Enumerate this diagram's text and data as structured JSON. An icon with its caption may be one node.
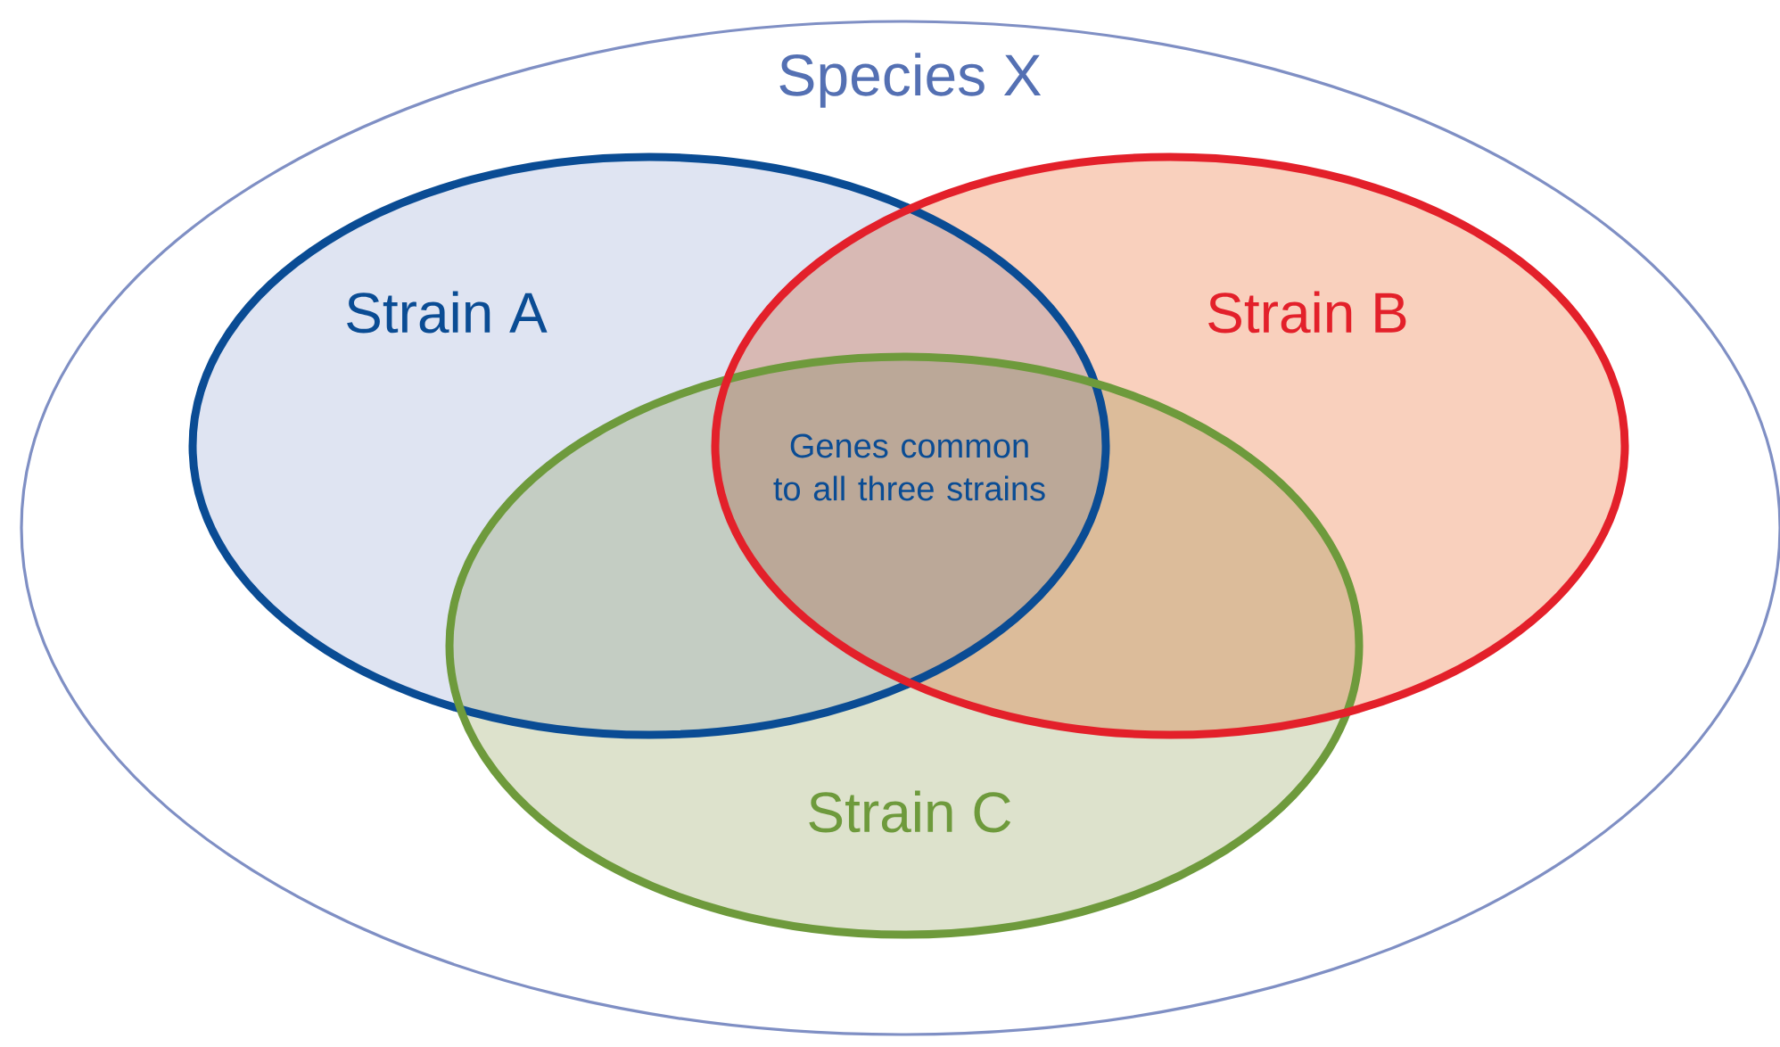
{
  "diagram": {
    "nodes": [
      {
        "text": [
          "Species X"
        ]
      },
      {
        "text": [
          "Strain A"
        ],
        "in": 0
      },
      {
        "text": [
          "Strain B"
        ],
        "in": 0
      },
      {
        "text": [
          "Strain C"
        ],
        "in": 0
      }
    ],
    "labels": [
      "Genes common to all three strains"
    ]
  }
}
